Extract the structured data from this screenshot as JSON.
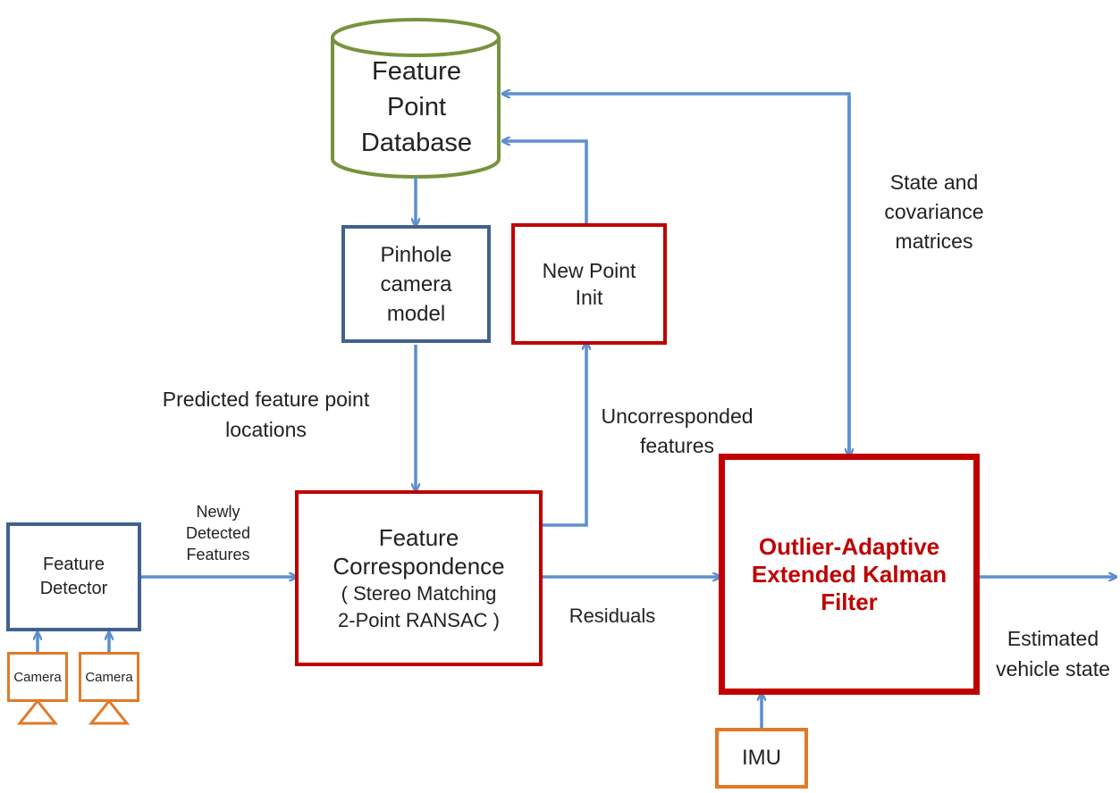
{
  "database": {
    "lines": [
      "Feature",
      "Point",
      "Database"
    ]
  },
  "pinhole": {
    "lines": [
      "Pinhole",
      "camera",
      "model"
    ]
  },
  "new_point": {
    "lines": [
      "New Point",
      "Init"
    ]
  },
  "correspondence": {
    "lines": [
      "Feature",
      "Correspondence",
      "( Stereo Matching",
      "2-Point RANSAC )"
    ]
  },
  "detector": {
    "lines": [
      "Feature",
      "Detector"
    ]
  },
  "cameras": [
    {
      "label": "Camera"
    },
    {
      "label": "Camera"
    }
  ],
  "ekf": {
    "lines": [
      "Outlier-Adaptive",
      "Extended Kalman",
      "Filter"
    ]
  },
  "imu": {
    "label": "IMU"
  },
  "labels": {
    "state_cov": [
      "State and",
      "covariance",
      "matrices"
    ],
    "predicted": [
      "Predicted feature point",
      "locations"
    ],
    "uncorresponded": [
      "Uncorresponded",
      "features"
    ],
    "newly_detected": [
      "Newly",
      "Detected",
      "Features"
    ],
    "residuals": "Residuals",
    "estimated": [
      "Estimated",
      "vehicle state"
    ]
  },
  "colors": {
    "arrow": "#5b8fd0",
    "database_outline": "#77933c",
    "blue_box": "#41618f",
    "red_box": "#c00000",
    "orange_box": "#e07a28",
    "ekf_text": "#c00000"
  }
}
